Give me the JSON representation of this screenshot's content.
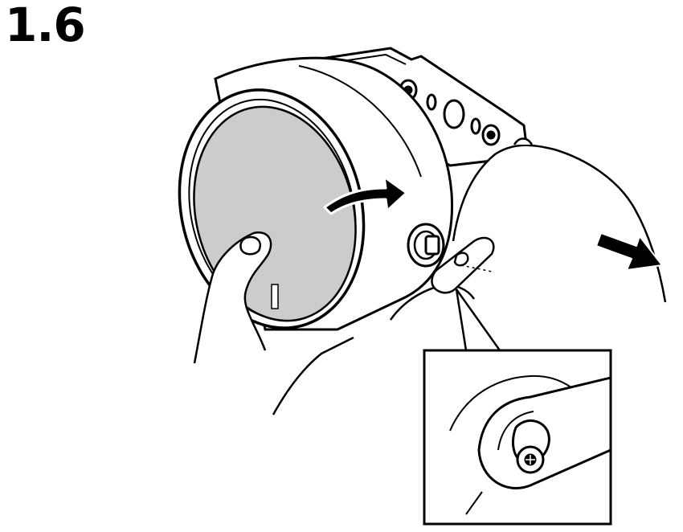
{
  "step": {
    "number": "1.6"
  },
  "colors": {
    "line": "#000000",
    "lens_fill": "#cccccc",
    "background": "#ffffff"
  },
  "icons": {
    "rotate_arrow": "curved-arrow-right",
    "pull_arrow": "arrow-down-right"
  }
}
